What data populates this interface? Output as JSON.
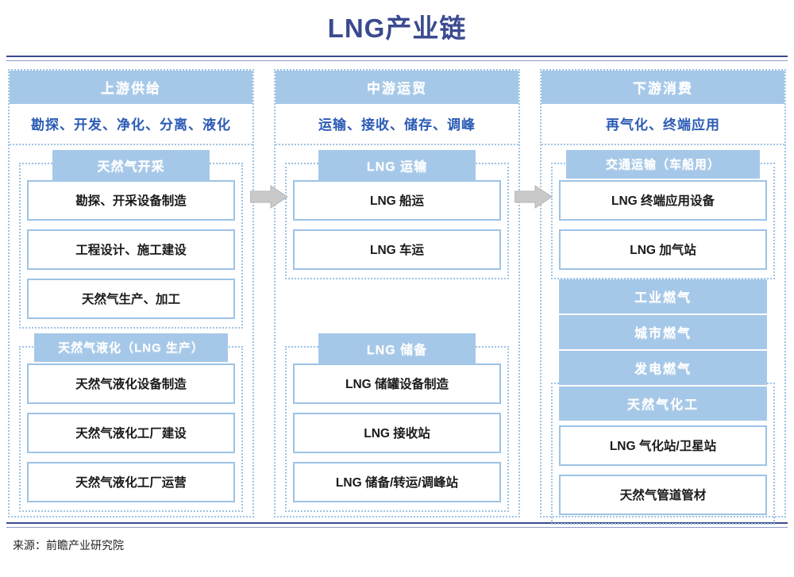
{
  "title": "LNG产业链",
  "source_note": "来源：前瞻产业研究院",
  "icons": {
    "arrow_right": "right-arrow-icon"
  },
  "colors": {
    "title_navy": "#3a4a8f",
    "band_blue": "#a6c8e8",
    "sub_text_blue": "#2b5bb5",
    "dotted_border": "#9dc3e6",
    "arrow_gray": "#c8c8c8"
  },
  "columns": [
    {
      "stage": "上游供给",
      "summary": "勘探、开发、净化、分离、液化",
      "groups": [
        {
          "title": "天然气开采",
          "wide": false,
          "items": [
            "勘探、开采设备制造",
            "工程设计、施工建设",
            "天然气生产、加工"
          ]
        },
        {
          "title": "天然气液化（LNG 生产）",
          "wide": true,
          "items": [
            "天然气液化设备制造",
            "天然气液化工厂建设",
            "天然气液化工厂运营"
          ]
        }
      ],
      "blue_stack": []
    },
    {
      "stage": "中游运贸",
      "summary": "运输、接收、储存、调峰",
      "groups": [
        {
          "title": "LNG 运输",
          "wide": false,
          "items": [
            "LNG 船运",
            "LNG 车运"
          ]
        },
        {
          "title": "LNG 储备",
          "wide": false,
          "items": [
            "LNG 储罐设备制造",
            "LNG 接收站",
            "LNG 储备/转运/调峰站"
          ]
        }
      ],
      "blue_stack": []
    },
    {
      "stage": "下游消费",
      "summary": "再气化、终端应用",
      "groups": [
        {
          "title": "交通运输（车船用）",
          "wide": true,
          "items": [
            "LNG 终端应用设备",
            "LNG 加气站"
          ]
        },
        {
          "title": "",
          "wide": false,
          "items": [
            "LNG 气化站/卫星站",
            "天然气管道管材"
          ]
        }
      ],
      "blue_stack": [
        "工业燃气",
        "城市燃气",
        "发电燃气",
        "天然气化工"
      ]
    }
  ]
}
